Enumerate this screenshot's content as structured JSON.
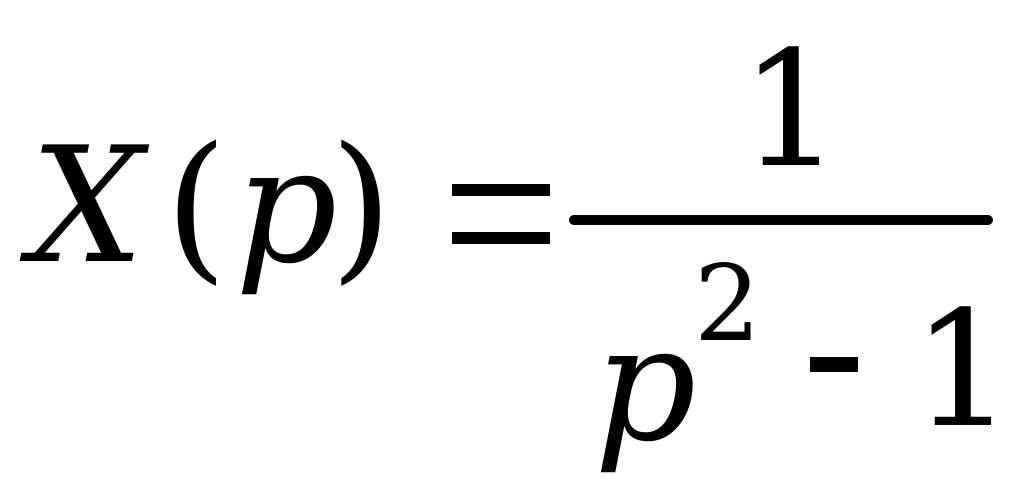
{
  "formula": {
    "lhs": {
      "symbol": "X",
      "open_paren": "(",
      "variable": "p",
      "close_paren": ")"
    },
    "relation": "=",
    "fraction": {
      "numerator": "1",
      "denominator": {
        "base": "p",
        "exponent": "2",
        "operator": "-",
        "constant": "1"
      }
    }
  }
}
